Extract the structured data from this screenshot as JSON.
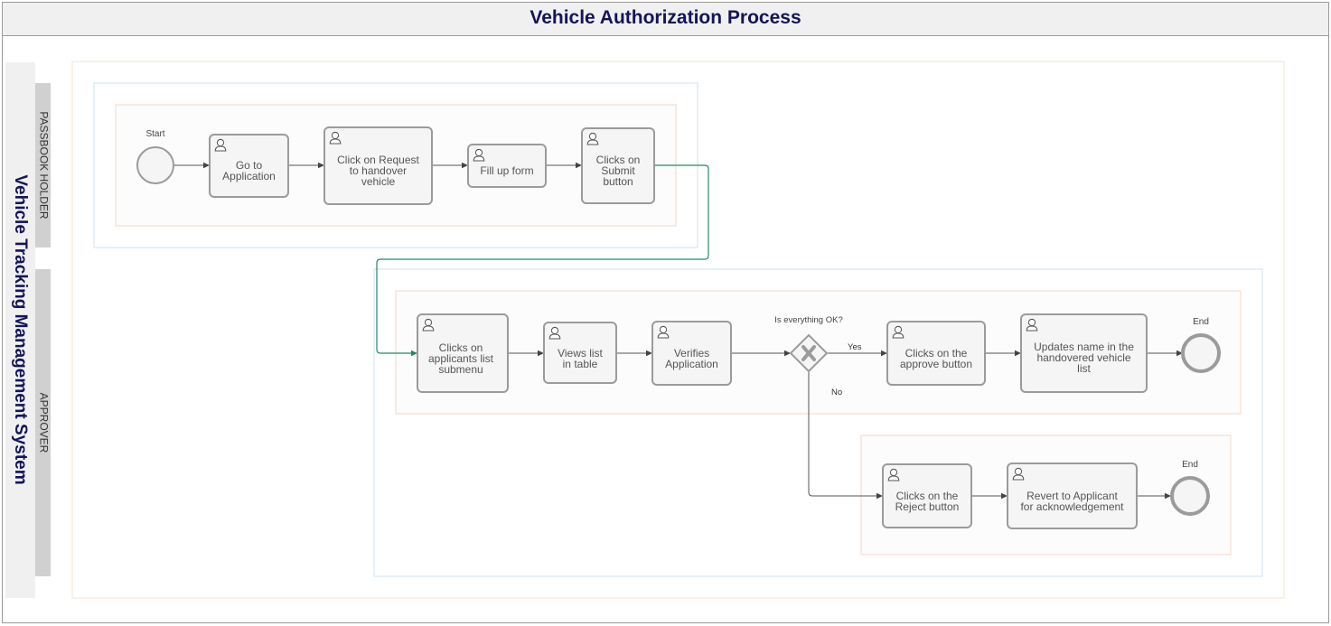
{
  "title": "Vehicle Authorization Process",
  "pool": {
    "label": "Vehicle Tracking Management System"
  },
  "lanes": [
    {
      "label": "PASSBOOK HOLDER"
    },
    {
      "label": "APPROVER"
    }
  ],
  "events": {
    "start": "Start",
    "end_top": "End",
    "end_bottom": "End"
  },
  "tasks": {
    "go_to_application": [
      "Go to",
      "Application"
    ],
    "request_handover": [
      "Click on Request",
      "to handover",
      "vehicle"
    ],
    "fill_form": [
      "Fill up form"
    ],
    "submit": [
      "Clicks on",
      "Submit",
      "button"
    ],
    "applicants_list": [
      "Clicks on",
      "applicants list",
      "submenu"
    ],
    "views_list": [
      "Views list",
      "in table"
    ],
    "verifies": [
      "Verifies",
      "Application"
    ],
    "approve": [
      "Clicks on the",
      "approve button"
    ],
    "updates_name": [
      "Updates name in the",
      "handovered vehicle",
      "list"
    ],
    "reject": [
      "Clicks on the",
      "Reject button"
    ],
    "revert": [
      "Revert to Applicant",
      "for acknowledgement"
    ]
  },
  "gateway": {
    "question": "Is everything OK?",
    "yes": "Yes",
    "no": "No"
  },
  "colors": {
    "title_text": "#14145a",
    "task_stroke": "#9b9b9b",
    "message_flow": "#1f8a66",
    "lane_outline_blue": "#cfe2ee",
    "lane_outline_orange": "#f2d9c8"
  }
}
